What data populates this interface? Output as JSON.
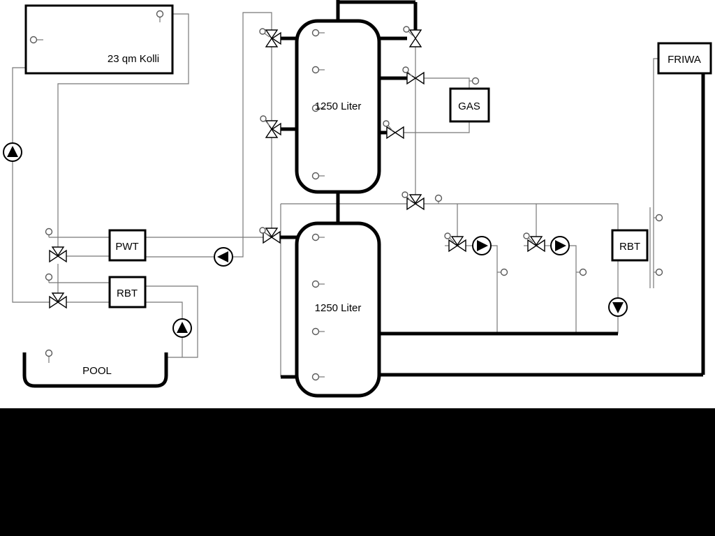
{
  "diagram": {
    "labels": {
      "collector": "23 qm Kolli",
      "tank_top": "1250 Liter",
      "tank_bottom": "1250 Liter",
      "gas": "GAS",
      "friwa": "FRIWA",
      "pwt": "PWT",
      "rbt_left": "RBT",
      "rbt_right": "RBT",
      "pool": "POOL"
    },
    "colors": {
      "line_thin": "#787878",
      "line_thick": "#000000",
      "background": "#ffffff",
      "letterbox": "#000000"
    }
  }
}
